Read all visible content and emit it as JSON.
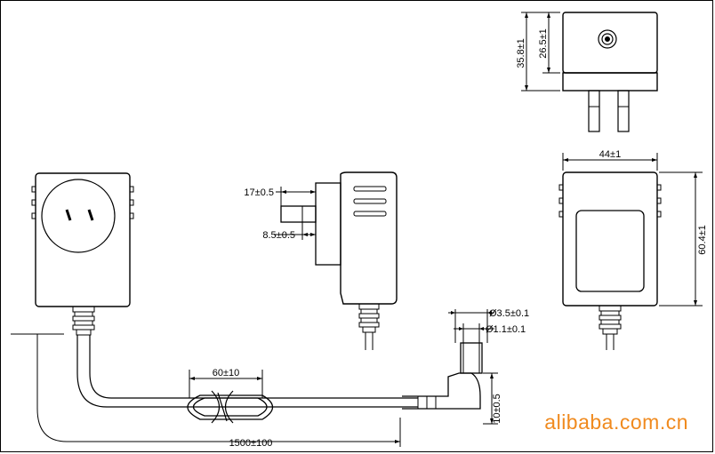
{
  "diagram": {
    "title": "Power adapter dimension drawing",
    "dimensions": {
      "top_total_height": "35.8±1",
      "top_body_height": "26.5±1",
      "pin_length": "17±0.5",
      "pin_offset": "8.5±0.5",
      "width": "44±1",
      "height": "60.4±1",
      "dc_outer_diameter": "Ø3.5±0.1",
      "dc_inner_diameter": "Ø1.1±0.1",
      "dc_length": "10±0.5",
      "coil_length": "60±10",
      "cable_length": "1500±100"
    }
  },
  "watermark": "alibaba.com.cn"
}
